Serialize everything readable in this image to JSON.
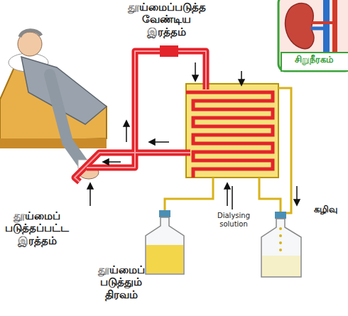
{
  "diagram": {
    "labels": [
      "தூய்மைப்படுத்த வேண்டிய இரத்தம்",
      "சிறுநீரகம்",
      "Dialysing solution",
      "கழிவு",
      "தூய்மைப் படுத்தப்பட்ட இரத்தம்",
      "தூய்மைப் படுத்தும் திரவம்"
    ]
  }
}
